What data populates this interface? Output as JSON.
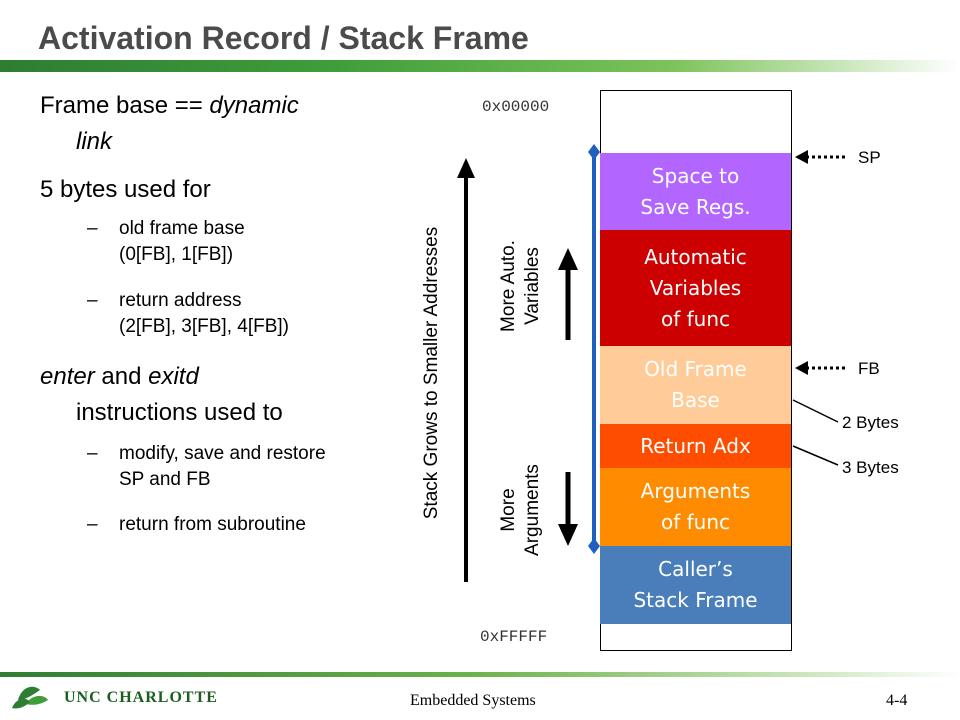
{
  "title": "Activation Record / Stack Frame",
  "bullets": {
    "b1_line1": "Frame base == ",
    "b1_italic1": "dynamic",
    "b1_italic2": "link",
    "b2": "5 bytes used for",
    "s1_line1": "old frame base",
    "s1_line2": "(0[FB], 1[FB])",
    "s2_line1": "return address",
    "s2_line2": "(2[FB], 3[FB], 4[FB])",
    "b3_italic1": "enter",
    "b3_and": " and ",
    "b3_italic2": "exitd",
    "b3_line2": "instructions used to",
    "s3_line1": "modify, save and restore",
    "s3_line2": "SP and FB",
    "s4": "return from subroutine",
    "dash": "–"
  },
  "diagram": {
    "addr_top": "0x00000",
    "addr_bottom": "0xFFFFF",
    "grows_label": "Stack Grows to Smaller Addresses",
    "more_auto": "More Auto.\nVariables",
    "more_args": "More\nArguments",
    "sp_label": "SP",
    "fb_label": "FB",
    "two_bytes": "2 Bytes",
    "three_bytes": "3 Bytes",
    "segments": [
      {
        "label": "Space to\nSave Regs.",
        "color": "#b266ff"
      },
      {
        "label": "Automatic\nVariables\nof func",
        "color": "#cc0000"
      },
      {
        "label": "Old Frame\nBase",
        "color": "#ffcc99"
      },
      {
        "label": "Return Adx",
        "color": "#ff4d00"
      },
      {
        "label": "Arguments\nof func",
        "color": "#ff8c00"
      },
      {
        "label": "Caller’s\nStack Frame",
        "color": "#4a7ebb"
      }
    ],
    "bracket_color": "#1f5fbf"
  },
  "footer": {
    "logo_text": "UNC CHARLOTTE",
    "course": "Embedded Systems",
    "page": "4-4"
  }
}
